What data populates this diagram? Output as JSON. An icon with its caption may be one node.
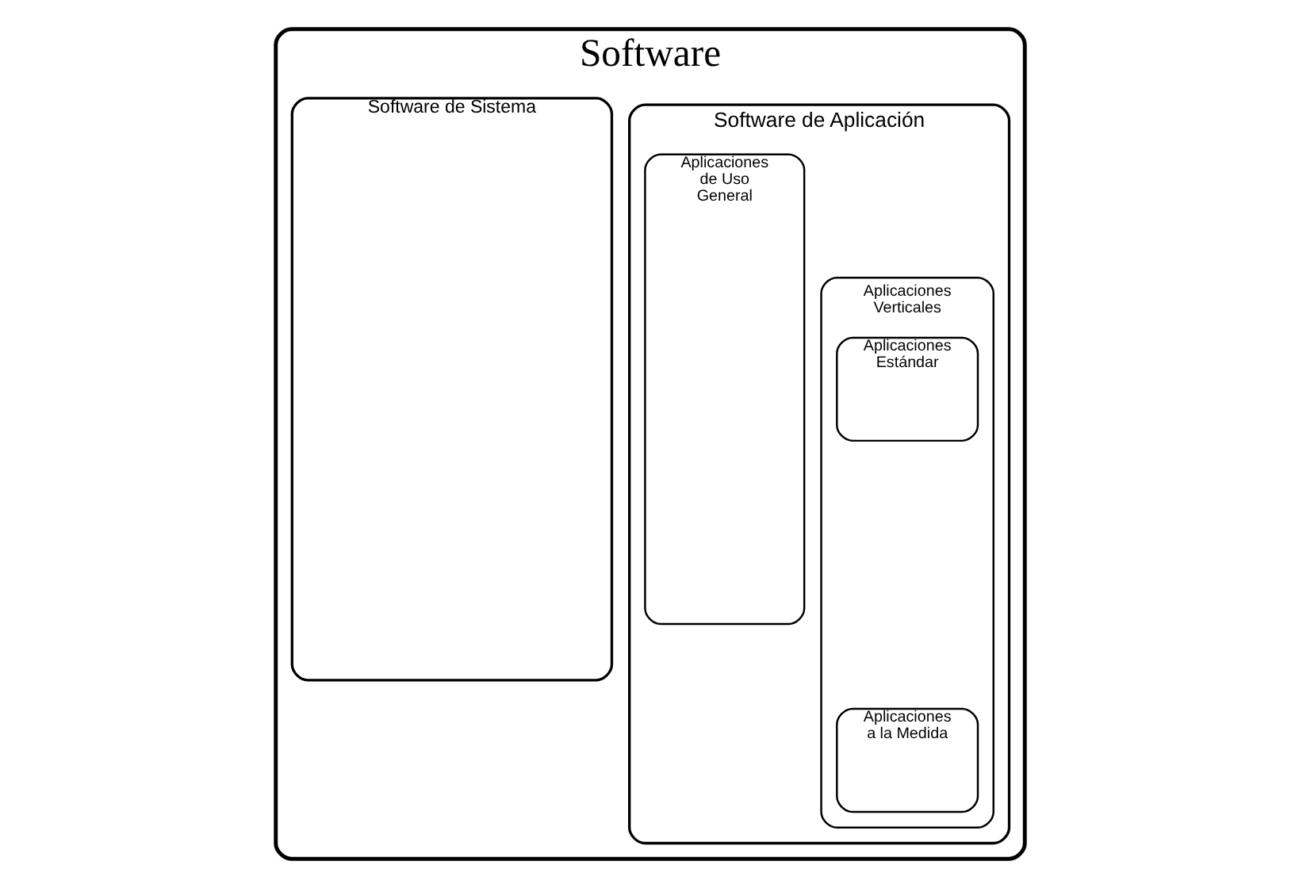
{
  "diagram": {
    "nodes": [
      {
        "text": [
          "Software"
        ]
      },
      {
        "text": [
          "Software de Sistema"
        ],
        "in": 0
      },
      {
        "text": [
          "Software de Aplicación"
        ],
        "in": 0
      },
      {
        "text": [
          "Aplicaciones de Uso General"
        ],
        "in": 2
      },
      {
        "text": [
          "Aplicaciones Verticales"
        ],
        "in": 2
      },
      {
        "text": [
          "Aplicaciones Estándar"
        ],
        "in": 4
      },
      {
        "text": [
          "Aplicaciones a la Medida"
        ],
        "in": 4
      }
    ],
    "edges": []
  }
}
